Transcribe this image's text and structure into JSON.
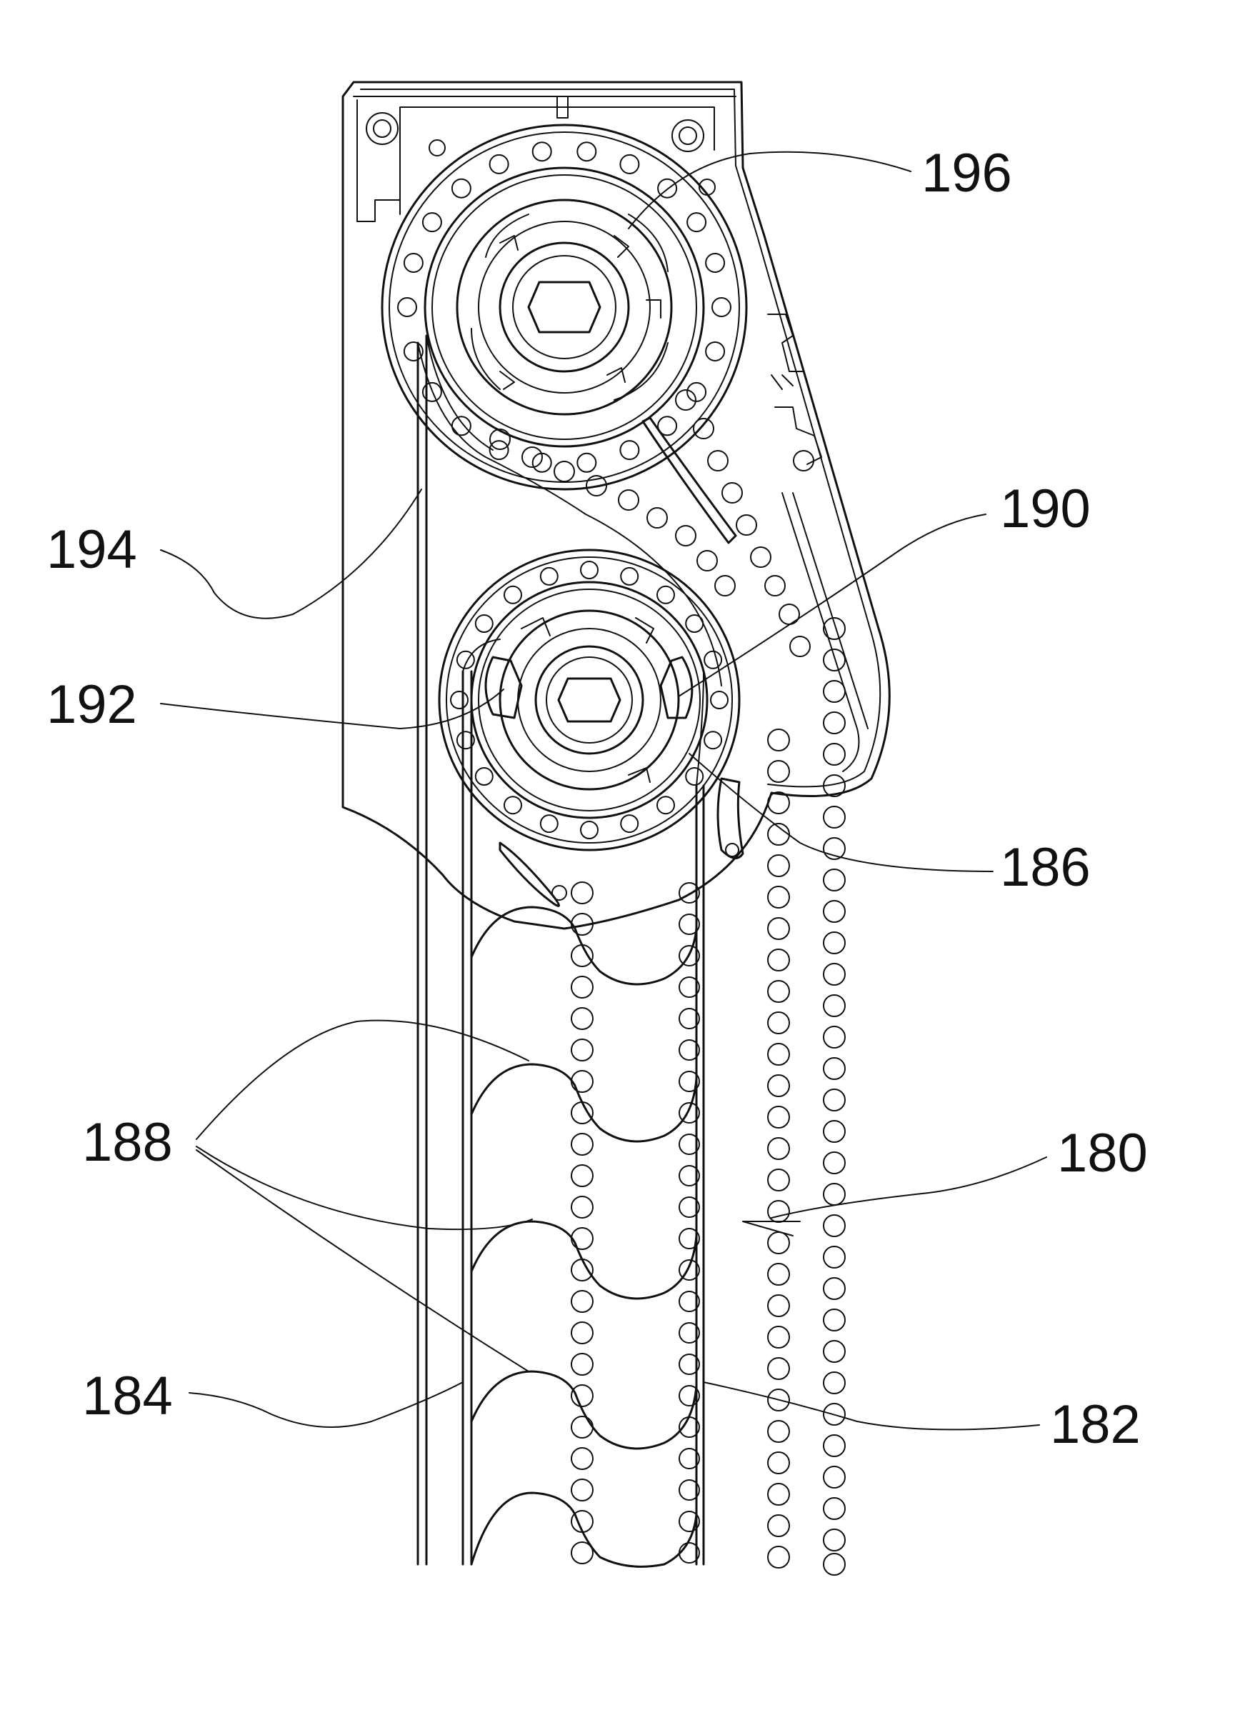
{
  "labels": {
    "l196": "196",
    "l190": "190",
    "l194": "194",
    "l192": "192",
    "l186": "186",
    "l188": "188",
    "l180": "180",
    "l184": "184",
    "l182": "182"
  }
}
